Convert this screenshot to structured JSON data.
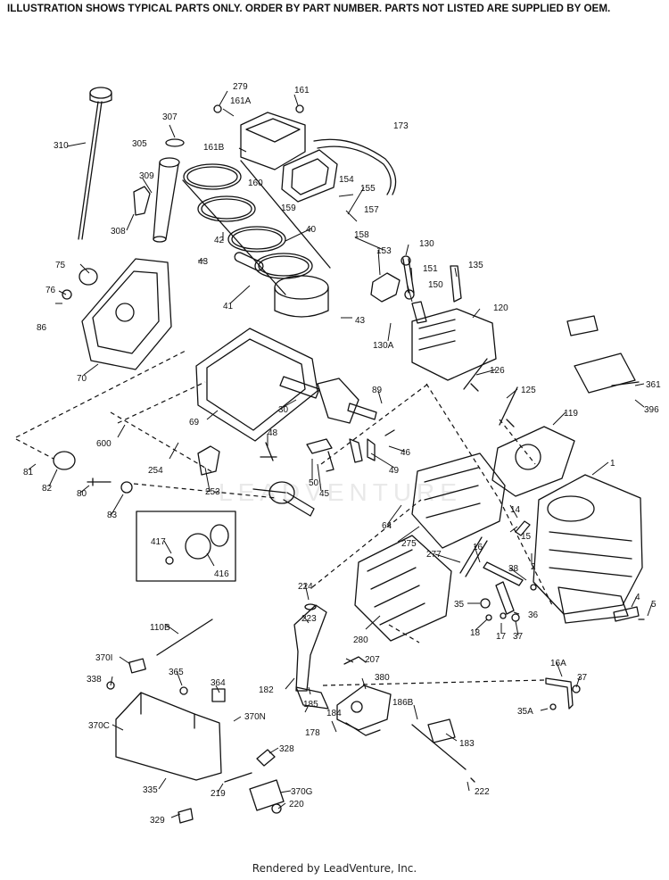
{
  "header": "ILLUSTRATION SHOWS TYPICAL PARTS ONLY. ORDER BY PART NUMBER. PARTS NOT LISTED ARE SUPPLIED BY OEM.",
  "footer": "Rendered by LeadVenture, Inc.",
  "watermark": "LEADVENTURE",
  "parts": [
    {
      "id": "p279",
      "text": "279"
    },
    {
      "id": "p161",
      "text": "161"
    },
    {
      "id": "p161A",
      "text": "161A"
    },
    {
      "id": "p307",
      "text": "307"
    },
    {
      "id": "p173",
      "text": "173"
    },
    {
      "id": "p310",
      "text": "310"
    },
    {
      "id": "p305",
      "text": "305"
    },
    {
      "id": "p161B",
      "text": "161B"
    },
    {
      "id": "p160",
      "text": "160"
    },
    {
      "id": "p309",
      "text": "309"
    },
    {
      "id": "p154",
      "text": "154"
    },
    {
      "id": "p155",
      "text": "155"
    },
    {
      "id": "p159",
      "text": "159"
    },
    {
      "id": "p157",
      "text": "157"
    },
    {
      "id": "p308",
      "text": "308"
    },
    {
      "id": "p40",
      "text": "40"
    },
    {
      "id": "p158",
      "text": "158"
    },
    {
      "id": "p42",
      "text": "42"
    },
    {
      "id": "p130",
      "text": "130"
    },
    {
      "id": "p153",
      "text": "153"
    },
    {
      "id": "p75",
      "text": "75"
    },
    {
      "id": "p43a",
      "text": "43"
    },
    {
      "id": "p151",
      "text": "151"
    },
    {
      "id": "p135",
      "text": "135"
    },
    {
      "id": "p76",
      "text": "76"
    },
    {
      "id": "p150",
      "text": "150"
    },
    {
      "id": "p41",
      "text": "41"
    },
    {
      "id": "p120",
      "text": "120"
    },
    {
      "id": "p86",
      "text": "86"
    },
    {
      "id": "p43b",
      "text": "43"
    },
    {
      "id": "p130A",
      "text": "130A"
    },
    {
      "id": "p70",
      "text": "70"
    },
    {
      "id": "p126",
      "text": "126"
    },
    {
      "id": "p361",
      "text": "361"
    },
    {
      "id": "p89",
      "text": "89"
    },
    {
      "id": "p125",
      "text": "125"
    },
    {
      "id": "p30",
      "text": "30"
    },
    {
      "id": "p396",
      "text": "396"
    },
    {
      "id": "p69",
      "text": "69"
    },
    {
      "id": "p119",
      "text": "119"
    },
    {
      "id": "p48",
      "text": "48"
    },
    {
      "id": "p600",
      "text": "600"
    },
    {
      "id": "p46",
      "text": "46"
    },
    {
      "id": "p81",
      "text": "81"
    },
    {
      "id": "p254",
      "text": "254"
    },
    {
      "id": "p49",
      "text": "49"
    },
    {
      "id": "p1",
      "text": "1"
    },
    {
      "id": "p82",
      "text": "82"
    },
    {
      "id": "p253",
      "text": "253"
    },
    {
      "id": "p50",
      "text": "50"
    },
    {
      "id": "p80",
      "text": "80"
    },
    {
      "id": "p45",
      "text": "45"
    },
    {
      "id": "p83",
      "text": "83"
    },
    {
      "id": "p64",
      "text": "64"
    },
    {
      "id": "p14",
      "text": "14"
    },
    {
      "id": "p15",
      "text": "15"
    },
    {
      "id": "p417",
      "text": "417"
    },
    {
      "id": "p275",
      "text": "275"
    },
    {
      "id": "p416",
      "text": "416"
    },
    {
      "id": "p277",
      "text": "277"
    },
    {
      "id": "p16",
      "text": "16"
    },
    {
      "id": "p2",
      "text": "2"
    },
    {
      "id": "p38",
      "text": "38"
    },
    {
      "id": "p224",
      "text": "224"
    },
    {
      "id": "p4",
      "text": "4"
    },
    {
      "id": "p35",
      "text": "35"
    },
    {
      "id": "p5",
      "text": "5"
    },
    {
      "id": "p36",
      "text": "36"
    },
    {
      "id": "p223",
      "text": "223"
    },
    {
      "id": "p110B",
      "text": "110B"
    },
    {
      "id": "p18",
      "text": "18"
    },
    {
      "id": "p17",
      "text": "17"
    },
    {
      "id": "p37a",
      "text": "37"
    },
    {
      "id": "p280",
      "text": "280"
    },
    {
      "id": "p207",
      "text": "207"
    },
    {
      "id": "p370I",
      "text": "370I"
    },
    {
      "id": "p365",
      "text": "365"
    },
    {
      "id": "p380",
      "text": "380"
    },
    {
      "id": "p16A",
      "text": "16A"
    },
    {
      "id": "p182",
      "text": "182"
    },
    {
      "id": "p364",
      "text": "364"
    },
    {
      "id": "p185",
      "text": "185"
    },
    {
      "id": "p338",
      "text": "338"
    },
    {
      "id": "p37b",
      "text": "37"
    },
    {
      "id": "p184",
      "text": "184"
    },
    {
      "id": "p35A",
      "text": "35A"
    },
    {
      "id": "p186B",
      "text": "186B"
    },
    {
      "id": "p370N",
      "text": "370N"
    },
    {
      "id": "p370C",
      "text": "370C"
    },
    {
      "id": "p178",
      "text": "178"
    },
    {
      "id": "p183",
      "text": "183"
    },
    {
      "id": "p328",
      "text": "328"
    },
    {
      "id": "p335",
      "text": "335"
    },
    {
      "id": "p222",
      "text": "222"
    },
    {
      "id": "p219",
      "text": "219"
    },
    {
      "id": "p370G",
      "text": "370G"
    },
    {
      "id": "p220",
      "text": "220"
    },
    {
      "id": "p329",
      "text": "329"
    }
  ]
}
